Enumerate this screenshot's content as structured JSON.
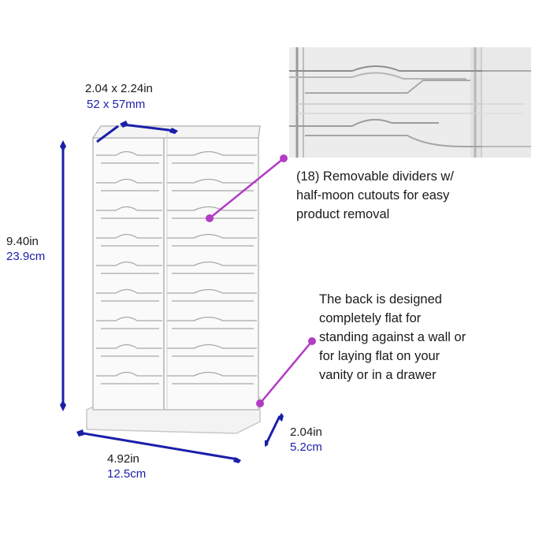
{
  "product": "Clear acrylic lipstick organizer with 18 removable dividers",
  "colors": {
    "dimension_line": "#1b1fa8",
    "callout_line": "#b23cc4",
    "background": "#ffffff"
  },
  "dimensions": {
    "top": {
      "imperial": "2.04 x 2.24in",
      "metric": "52 x 57mm"
    },
    "height": {
      "imperial": "9.40in",
      "metric": "23.9cm"
    },
    "width": {
      "imperial": "4.92in",
      "metric": "12.5cm"
    },
    "depth": {
      "imperial": "2.04in",
      "metric": "5.2cm"
    }
  },
  "callouts": {
    "dividers": [
      "(18) Removable dividers w/",
      "half-moon cutouts for easy",
      "product removal"
    ],
    "back": [
      "The back is designed",
      "completely flat for",
      "standing against a wall or",
      "for laying flat on your",
      "vanity or in a drawer"
    ]
  }
}
